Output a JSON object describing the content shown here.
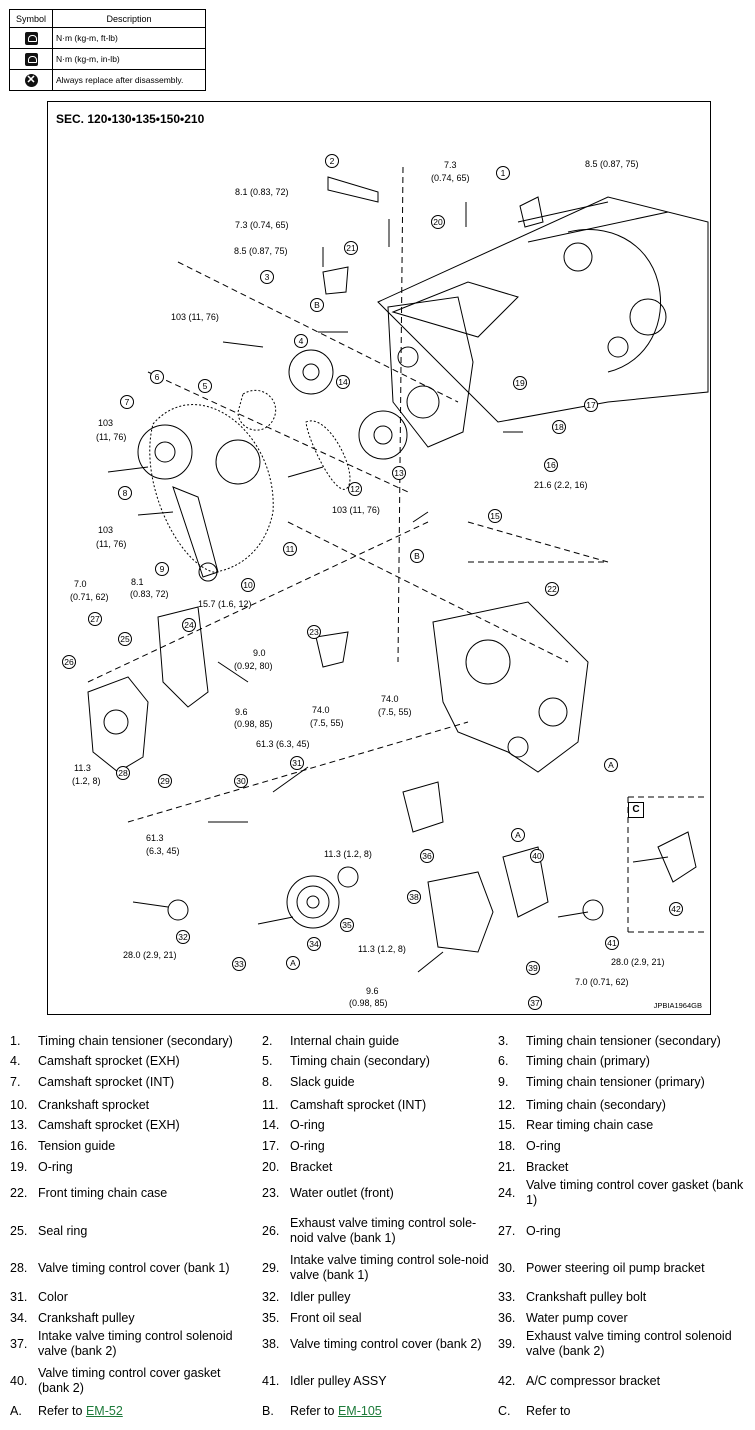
{
  "symbol_table": {
    "header_symbol": "Symbol",
    "header_description": "Description",
    "rows": [
      {
        "icon": "torque-ftlb-icon",
        "text": "N·m (kg-m, ft-lb)"
      },
      {
        "icon": "torque-inlb-icon",
        "text": "N·m (kg-m, in-lb)"
      },
      {
        "icon": "replace-icon",
        "text": "Always replace after disassembly."
      }
    ]
  },
  "diagram": {
    "section": "SEC. 120•130•135•150•210",
    "figure_id": "JPBIA1964GB",
    "callout_c": "C",
    "torques": [
      "8.1 (0.83, 72)",
      "7.3 (0.74, 65)",
      "8.5 (0.87, 75)",
      "7.3",
      "(0.74, 65)",
      "8.5 (0.87, 75)",
      "103 (11, 76)",
      "103",
      "(11, 76)",
      "103",
      "(11, 76)",
      "103 (11, 76)",
      "21.6 (2.2, 16)",
      "7.0",
      "(0.71, 62)",
      "8.1",
      "(0.83, 72)",
      "15.7 (1.6, 12)",
      "9.0",
      "(0.92, 80)",
      "9.6",
      "(0.98, 85)",
      "74.0",
      "(7.5, 55)",
      "74.0",
      "(7.5, 55)",
      "61.3 (6.3, 45)",
      "11.3",
      "(1.2, 8)",
      "61.3",
      "(6.3, 45)",
      "11.3 (1.2, 8)",
      "28.0 (2.9, 21)",
      "11.3 (1.2, 8)",
      "9.6",
      "(0.98, 85)",
      "28.0 (2.9, 21)",
      "7.0 (0.71, 62)"
    ],
    "refs": [
      "A",
      "B"
    ]
  },
  "legend": [
    [
      "1.",
      "Timing chain tensioner (secondary)",
      "2.",
      "Internal chain guide",
      "3.",
      "Timing chain tensioner (secondary)"
    ],
    [
      "4.",
      "Camshaft sprocket (EXH)",
      "5.",
      "Timing chain (secondary)",
      "6.",
      "Timing chain (primary)"
    ],
    [
      "7.",
      "Camshaft sprocket (INT)",
      "8.",
      "Slack guide",
      "9.",
      "Timing chain tensioner (primary)"
    ],
    [
      "10.",
      "Crankshaft sprocket",
      "11.",
      "Camshaft sprocket (INT)",
      "12.",
      "Timing chain (secondary)"
    ],
    [
      "13.",
      "Camshaft sprocket (EXH)",
      "14.",
      "O-ring",
      "15.",
      "Rear timing chain case"
    ],
    [
      "16.",
      "Tension guide",
      "17.",
      "O-ring",
      "18.",
      "O-ring"
    ],
    [
      "19.",
      "O-ring",
      "20.",
      "Bracket",
      "21.",
      "Bracket"
    ],
    [
      "22.",
      "Front timing chain case",
      "23.",
      "Water outlet (front)",
      "24.",
      "Valve timing control cover gasket (bank 1)"
    ],
    [
      "25.",
      "Seal ring",
      "26.",
      "Exhaust valve timing control sole-noid valve (bank 1)",
      "27.",
      "O-ring"
    ],
    [
      "28.",
      "Valve timing control cover (bank 1)",
      "29.",
      "Intake valve timing control sole-noid valve (bank 1)",
      "30.",
      "Power steering oil pump bracket"
    ],
    [
      "31.",
      "Color",
      "32.",
      "Idler pulley",
      "33.",
      "Crankshaft pulley bolt"
    ],
    [
      "34.",
      "Crankshaft pulley",
      "35.",
      "Front oil seal",
      "36.",
      "Water pump cover"
    ],
    [
      "37.",
      "Intake valve timing control solenoid valve (bank 2)",
      "38.",
      "Valve timing control cover (bank 2)",
      "39.",
      "Exhaust valve timing control solenoid valve (bank 2)"
    ],
    [
      "40.",
      "Valve timing control cover gasket (bank 2)",
      "41.",
      "Idler pulley ASSY",
      "42.",
      "A/C compressor bracket"
    ]
  ],
  "refer_row": {
    "a_letter": "A.",
    "a_text": "Refer to",
    "a_link": "EM-52",
    "b_letter": "B.",
    "b_text": "Refer to",
    "b_link": "EM-105",
    "c_letter": "C.",
    "c_text": "Refer to"
  }
}
